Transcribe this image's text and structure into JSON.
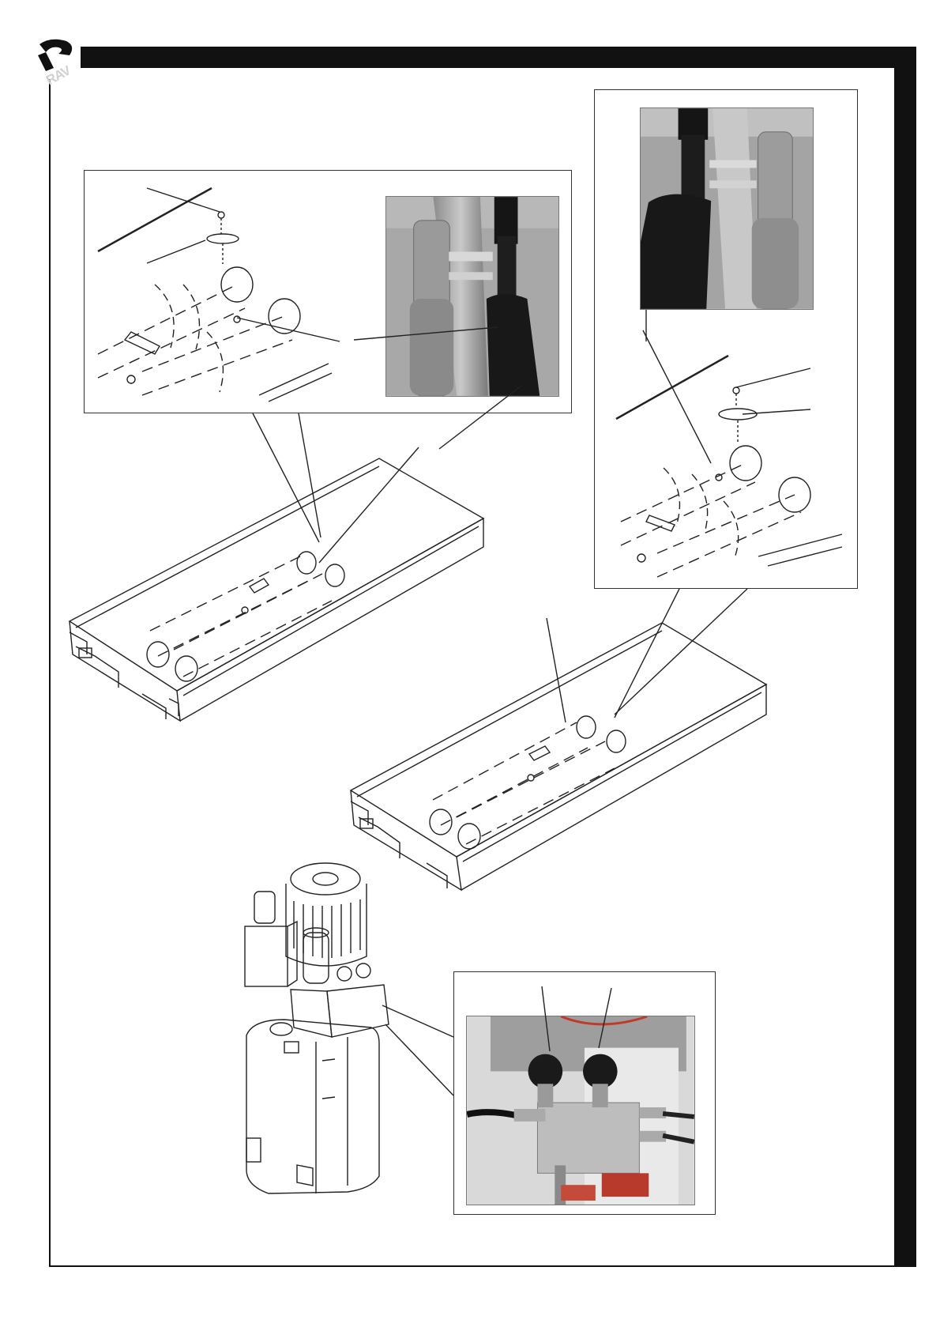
{
  "logo": {
    "letters": "RAV",
    "icon": "rav-logo-icon"
  },
  "colors": {
    "frame": "#111111",
    "line": "#222222",
    "photo_metal": "#9a9a9a",
    "photo_dark": "#1a1a1a",
    "photo_red": "#c0392b"
  },
  "figures": [
    {
      "name": "callout-top-left",
      "icon": "hose-clamp-detail-icon"
    },
    {
      "name": "callout-top-right",
      "icon": "hose-clamp-detail-icon"
    },
    {
      "name": "platform-left",
      "icon": "lift-platform-icon"
    },
    {
      "name": "platform-right",
      "icon": "lift-platform-icon"
    },
    {
      "name": "power-unit",
      "icon": "hydraulic-power-unit-icon"
    },
    {
      "name": "callout-valve-photo",
      "icon": "valve-block-photo-icon"
    }
  ]
}
